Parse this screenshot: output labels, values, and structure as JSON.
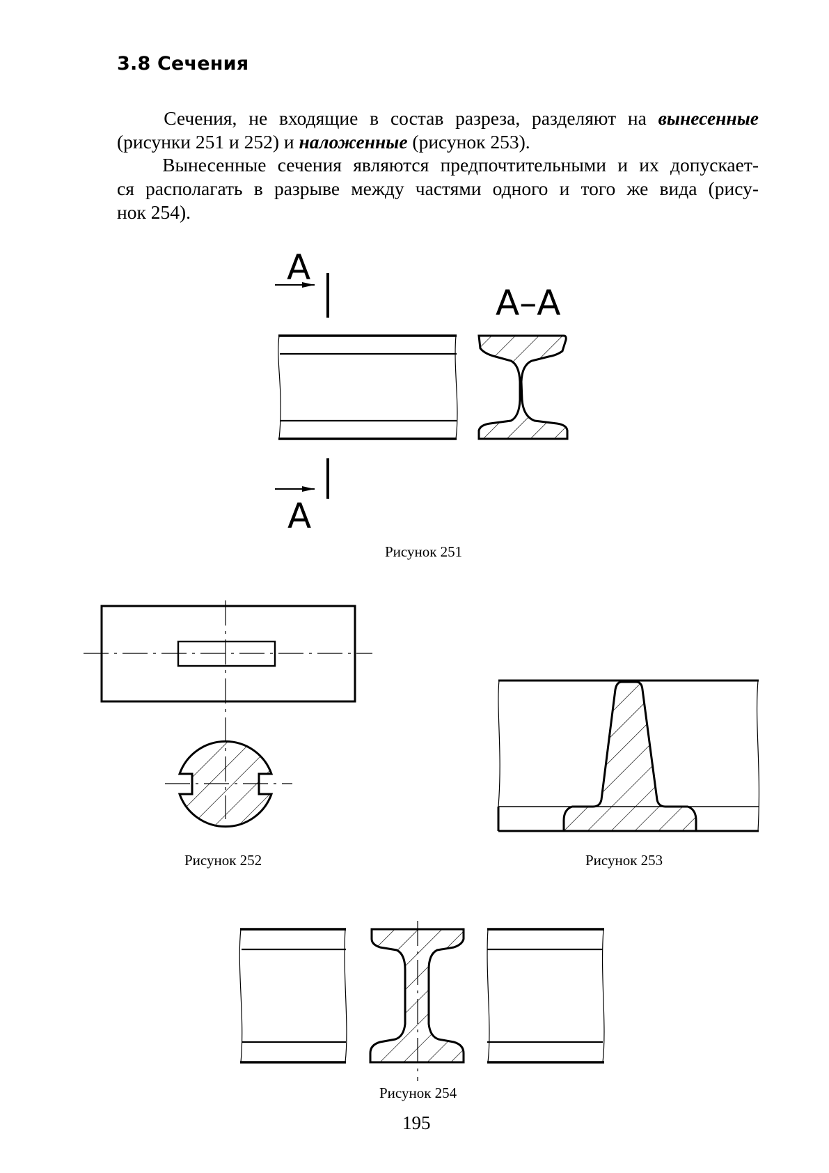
{
  "section": {
    "heading": "3.8 Сечения"
  },
  "paragraphs": {
    "p1": {
      "part1": "Сечения, не входящие в состав разреза, разделяют на ",
      "emph1": "вынесенные",
      "part2": "(рисунки 251 и 252) и ",
      "emph2": "наложенные",
      "part3": " (рисунок 253)."
    },
    "p2": {
      "line1": "Вынесенные сечения являются предпочтительными и их допускает-",
      "line2": "ся располагать в разрыве между частями одного и того же вида (рису-",
      "line3": "нок 254)."
    }
  },
  "figures": {
    "fig251": {
      "caption": "Рисунок 251",
      "label_top": "А",
      "label_bottom": "А",
      "label_section": "А–А"
    },
    "fig252": {
      "caption": "Рисунок 252"
    },
    "fig253": {
      "caption": "Рисунок 253"
    },
    "fig254": {
      "caption": "Рисунок 254"
    }
  },
  "page": {
    "number": "195"
  }
}
